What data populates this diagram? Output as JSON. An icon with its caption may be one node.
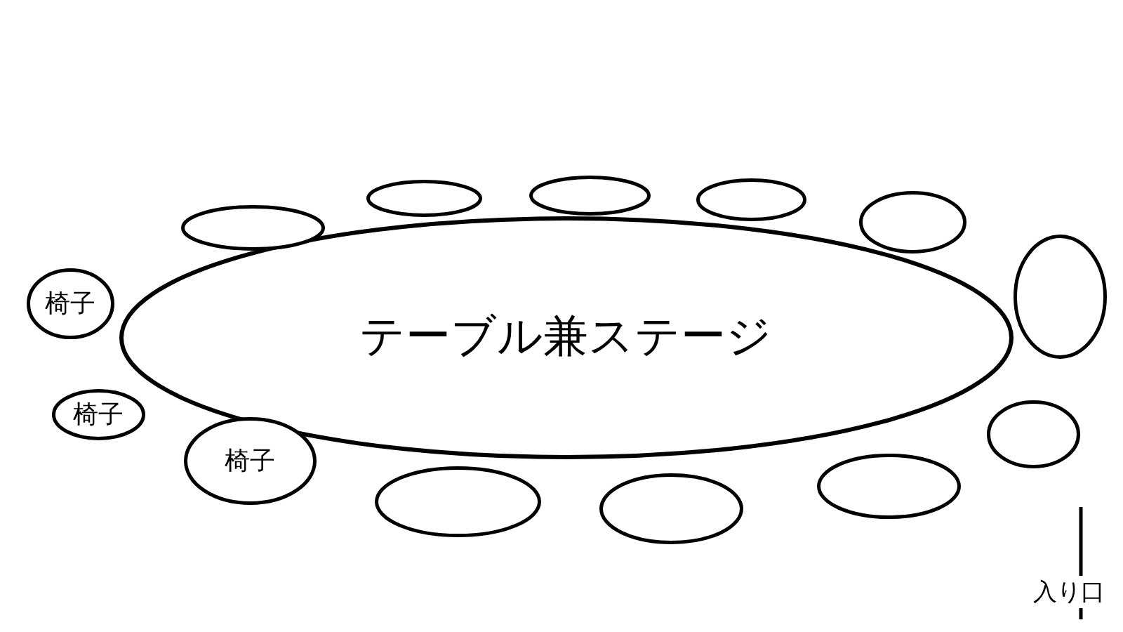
{
  "diagram": {
    "nodes": [
      {
        "text": [
          "テーブル兼ステージ"
        ]
      },
      {
        "text": [],
        "shape": "circle"
      },
      {
        "text": [],
        "shape": "circle"
      },
      {
        "text": [],
        "shape": "circle"
      },
      {
        "text": [],
        "shape": "circle"
      },
      {
        "text": [],
        "shape": "circle"
      },
      {
        "text": [
          "椅子"
        ]
      },
      {
        "text": [],
        "shape": "circle"
      },
      {
        "text": [
          "椅子"
        ]
      },
      {
        "text": [],
        "shape": "circle"
      },
      {
        "text": [
          "椅子"
        ]
      },
      {
        "text": [],
        "shape": "circle"
      },
      {
        "text": [],
        "shape": "circle"
      },
      {
        "text": [],
        "shape": "circle"
      }
    ],
    "labels": [
      "入り口"
    ]
  }
}
